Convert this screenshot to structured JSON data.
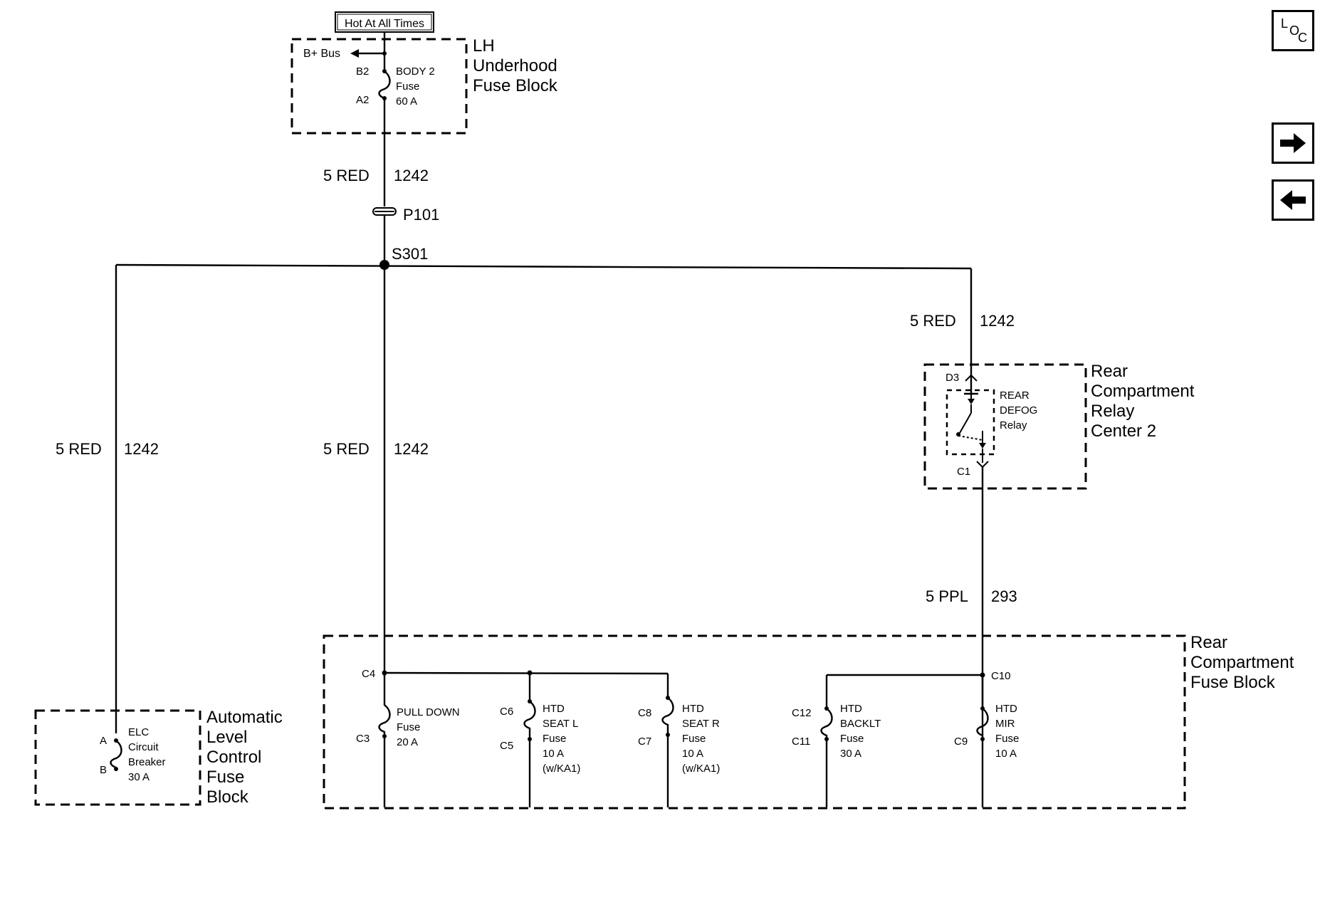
{
  "nav": {
    "loc_label": "L",
    "loc_sub1": "O",
    "loc_sub2": "C"
  },
  "hot_label": "Hot At All Times",
  "lh_block": {
    "title_lines": [
      "LH",
      "Underhood",
      "Fuse Block"
    ],
    "bus_label": "B+ Bus",
    "pin_top": "B2",
    "pin_bottom": "A2",
    "fuse_lines": [
      "BODY 2",
      "Fuse",
      "60 A"
    ]
  },
  "wires": {
    "trunk": {
      "size_color": "5 RED",
      "circuit": "1242"
    },
    "left": {
      "size_color": "5 RED",
      "circuit": "1242"
    },
    "middle": {
      "size_color": "5 RED",
      "circuit": "1242"
    },
    "right": {
      "size_color": "5 RED",
      "circuit": "1242"
    },
    "ppl": {
      "size_color": "5 PPL",
      "circuit": "293"
    }
  },
  "connector": "P101",
  "splice": "S301",
  "relay_center": {
    "title_lines": [
      "Rear",
      "Compartment",
      "Relay",
      "Center 2"
    ],
    "pin_in": "D3",
    "pin_out": "C1",
    "relay_lines": [
      "REAR",
      "DEFOG",
      "Relay"
    ]
  },
  "alc_block": {
    "title_lines": [
      "Automatic",
      "Level",
      "Control",
      "Fuse",
      "Block"
    ],
    "pin_a": "A",
    "pin_b": "B",
    "breaker_lines": [
      "ELC",
      "Circuit",
      "Breaker",
      "30 A"
    ]
  },
  "rear_block": {
    "title_lines": [
      "Rear",
      "Compartment",
      "Fuse Block"
    ],
    "fuses": [
      {
        "pin_top": "C4",
        "pin_bottom": "C3",
        "lines": [
          "PULL DOWN",
          "Fuse",
          "20 A"
        ]
      },
      {
        "pin_top": "C6",
        "pin_bottom": "C5",
        "lines": [
          "HTD",
          "SEAT L",
          "Fuse",
          "10 A",
          "(w/KA1)"
        ]
      },
      {
        "pin_top": "C8",
        "pin_bottom": "C7",
        "lines": [
          "HTD",
          "SEAT R",
          "Fuse",
          "10 A",
          "(w/KA1)"
        ]
      },
      {
        "pin_top": "C12",
        "pin_bottom": "C11",
        "lines": [
          "HTD",
          "BACKLT",
          "Fuse",
          "30 A"
        ]
      },
      {
        "pin_top": "C10",
        "pin_bottom": "C9",
        "lines": [
          "HTD",
          "MIR",
          "Fuse",
          "10 A"
        ]
      }
    ]
  }
}
